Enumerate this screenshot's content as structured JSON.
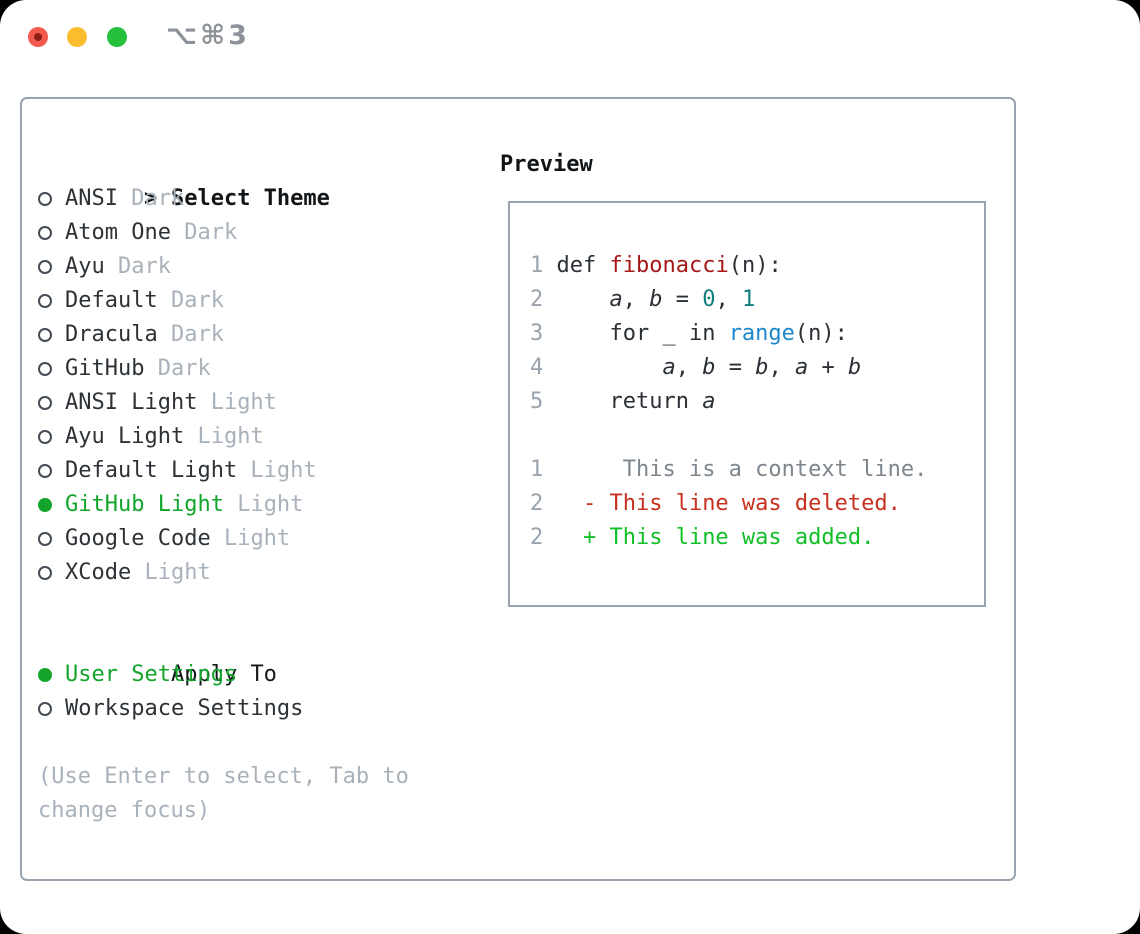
{
  "window": {
    "title": "⌥⌘3",
    "traffic_lights": {
      "close": "close",
      "minimize": "minimize",
      "zoom": "zoom"
    }
  },
  "theme_panel": {
    "header": {
      "prefix": ">",
      "label": "Select Theme"
    },
    "themes": [
      {
        "name": "ANSI",
        "tag": "Dark",
        "selected": false
      },
      {
        "name": "Atom One",
        "tag": "Dark",
        "selected": false
      },
      {
        "name": "Ayu",
        "tag": "Dark",
        "selected": false
      },
      {
        "name": "Default",
        "tag": "Dark",
        "selected": false
      },
      {
        "name": "Dracula",
        "tag": "Dark",
        "selected": false
      },
      {
        "name": "GitHub",
        "tag": "Dark",
        "selected": false
      },
      {
        "name": "ANSI Light",
        "tag": "Light",
        "selected": false
      },
      {
        "name": "Ayu Light",
        "tag": "Light",
        "selected": false
      },
      {
        "name": "Default Light",
        "tag": "Light",
        "selected": false
      },
      {
        "name": "GitHub Light",
        "tag": "Light",
        "selected": true
      },
      {
        "name": "Google Code",
        "tag": "Light",
        "selected": false
      },
      {
        "name": "XCode",
        "tag": "Light",
        "selected": false
      }
    ],
    "apply_to": {
      "label": "Apply To",
      "options": [
        {
          "name": "User Settings",
          "selected": true
        },
        {
          "name": "Workspace Settings",
          "selected": false
        }
      ]
    },
    "hint_lines": [
      "(Use Enter to select, Tab to",
      "change focus)"
    ]
  },
  "preview": {
    "label": "Preview",
    "lines": [
      {
        "tokens": [
          [
            "g",
            "1"
          ],
          [
            "p",
            " def "
          ],
          [
            "f",
            "fibonacci"
          ],
          [
            "p",
            "(n):"
          ]
        ]
      },
      {
        "tokens": [
          [
            "g",
            "2"
          ],
          [
            "p",
            "     "
          ],
          [
            "v",
            "a"
          ],
          [
            "p",
            ", "
          ],
          [
            "v",
            "b"
          ],
          [
            "p",
            " = "
          ],
          [
            "n",
            "0"
          ],
          [
            "p",
            ", "
          ],
          [
            "n",
            "1"
          ]
        ]
      },
      {
        "tokens": [
          [
            "g",
            "3"
          ],
          [
            "p",
            "     for _ in "
          ],
          [
            "b",
            "range"
          ],
          [
            "p",
            "(n):"
          ]
        ]
      },
      {
        "tokens": [
          [
            "g",
            "4"
          ],
          [
            "p",
            "         "
          ],
          [
            "v",
            "a"
          ],
          [
            "p",
            ", "
          ],
          [
            "v",
            "b"
          ],
          [
            "p",
            " = "
          ],
          [
            "v",
            "b"
          ],
          [
            "p",
            ", "
          ],
          [
            "v",
            "a"
          ],
          [
            "p",
            " + "
          ],
          [
            "v",
            "b"
          ]
        ]
      },
      {
        "tokens": [
          [
            "g",
            "5"
          ],
          [
            "p",
            "     return "
          ],
          [
            "v",
            "a"
          ]
        ]
      },
      {
        "tokens": []
      },
      {
        "tokens": [
          [
            "g",
            "1"
          ],
          [
            "c",
            "      This is a context line."
          ]
        ]
      },
      {
        "tokens": [
          [
            "g",
            "2"
          ],
          [
            "d",
            "   - This line was deleted."
          ]
        ]
      },
      {
        "tokens": [
          [
            "g",
            "2"
          ],
          [
            "a",
            "   + This line was added."
          ]
        ]
      }
    ]
  },
  "colors": {
    "accent_green": "#13a52b",
    "text_dark": "#2d3237",
    "text_black": "#15181b",
    "muted": "#a9b1ba",
    "border_gray": "#9aa4ae",
    "traffic_red": "#f4594e",
    "traffic_red_dot": "#8e1f16",
    "traffic_yellow": "#f9bd2e",
    "traffic_green": "#25c13d",
    "token": {
      "g": "#99a3ad",
      "p": "#2b3036",
      "f": "#a51818",
      "n": "#0e7d7d",
      "b": "#1e87c8",
      "v": "#2b3036",
      "c": "#7d858d",
      "d": "#c8301f",
      "a": "#11bf27"
    }
  }
}
